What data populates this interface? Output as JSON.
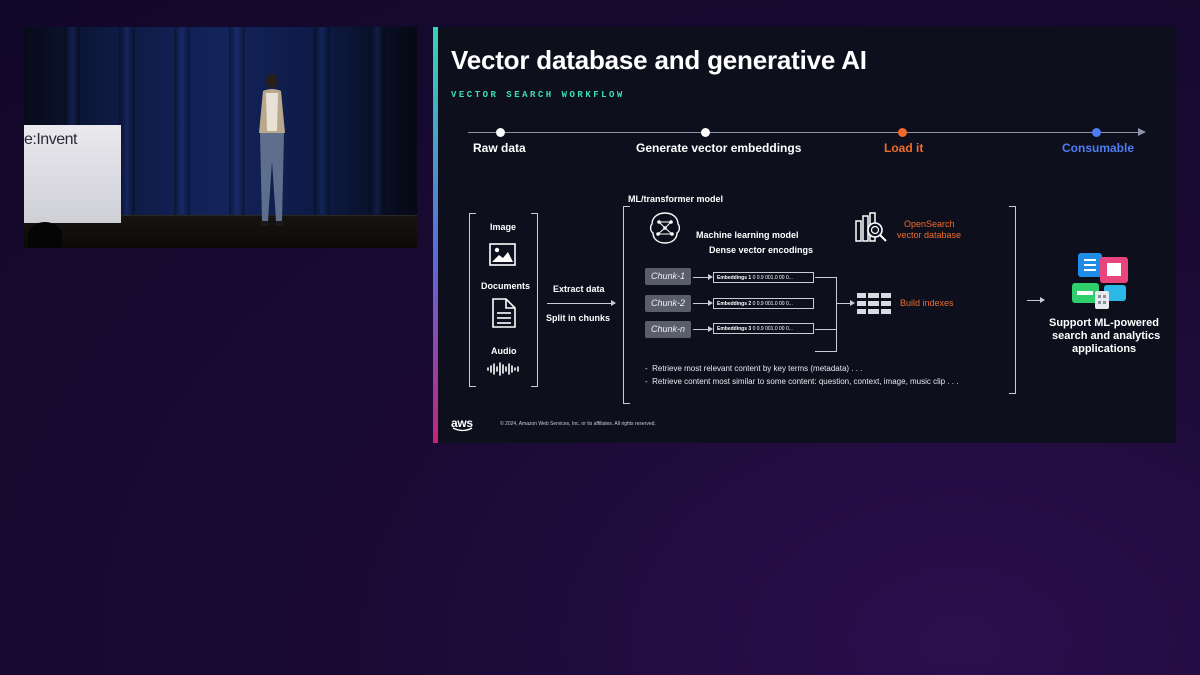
{
  "video": {
    "sign_text": "e:Invent"
  },
  "slide": {
    "title": "Vector database and generative AI",
    "subtitle": "VECTOR SEARCH WORKFLOW",
    "timeline": [
      {
        "label": "Raw data",
        "color": "#ffffff"
      },
      {
        "label": "Generate vector embeddings",
        "color": "#ffffff"
      },
      {
        "label": "Load it",
        "color": "#f26b2a"
      },
      {
        "label": "Consumable",
        "color": "#4e7df2"
      }
    ],
    "sources": {
      "image": "Image",
      "documents": "Documents",
      "audio": "Audio",
      "icons": [
        "image-icon",
        "document-icon",
        "audio-waveform-icon"
      ]
    },
    "extract": {
      "line1": "Extract data",
      "line2": "Split in chunks"
    },
    "model": {
      "header": "ML/transformer model",
      "name": "Machine learning model",
      "encodings": "Dense vector encodings",
      "icon": "brain-network-icon"
    },
    "chunks": [
      {
        "label": "Chunk-1",
        "embedding_name": "Embeddings 1",
        "embedding_values": "0 0.9 001.0 00 0..."
      },
      {
        "label": "Chunk-2",
        "embedding_name": "Embeddings 2",
        "embedding_values": "0 0.9 001.0 00 0..."
      },
      {
        "label": "Chunk-n",
        "embedding_name": "Embeddings 3",
        "embedding_values": "0 0.9 001.0 00 0..."
      }
    ],
    "opensearch": {
      "line1": "OpenSearch",
      "line2": "vector database",
      "color": "#f26b2a",
      "icon": "opensearch-icon"
    },
    "indexes": {
      "label": "Build indexes",
      "color": "#f26b2a",
      "icon": "index-table-icon"
    },
    "bullets": [
      "Retrieve most relevant content by key terms (metadata) . . .",
      "Retrieve content most similar to some content: question, context, image, music clip . . ."
    ],
    "consumable": {
      "line1": "Support ML-powered",
      "line2": "search and analytics",
      "line3": "applications",
      "icon": "applications-icon"
    },
    "footer": {
      "logo": "aws",
      "copyright": "© 2024, Amazon Web Services, Inc. or its affiliates. All rights reserved."
    }
  }
}
